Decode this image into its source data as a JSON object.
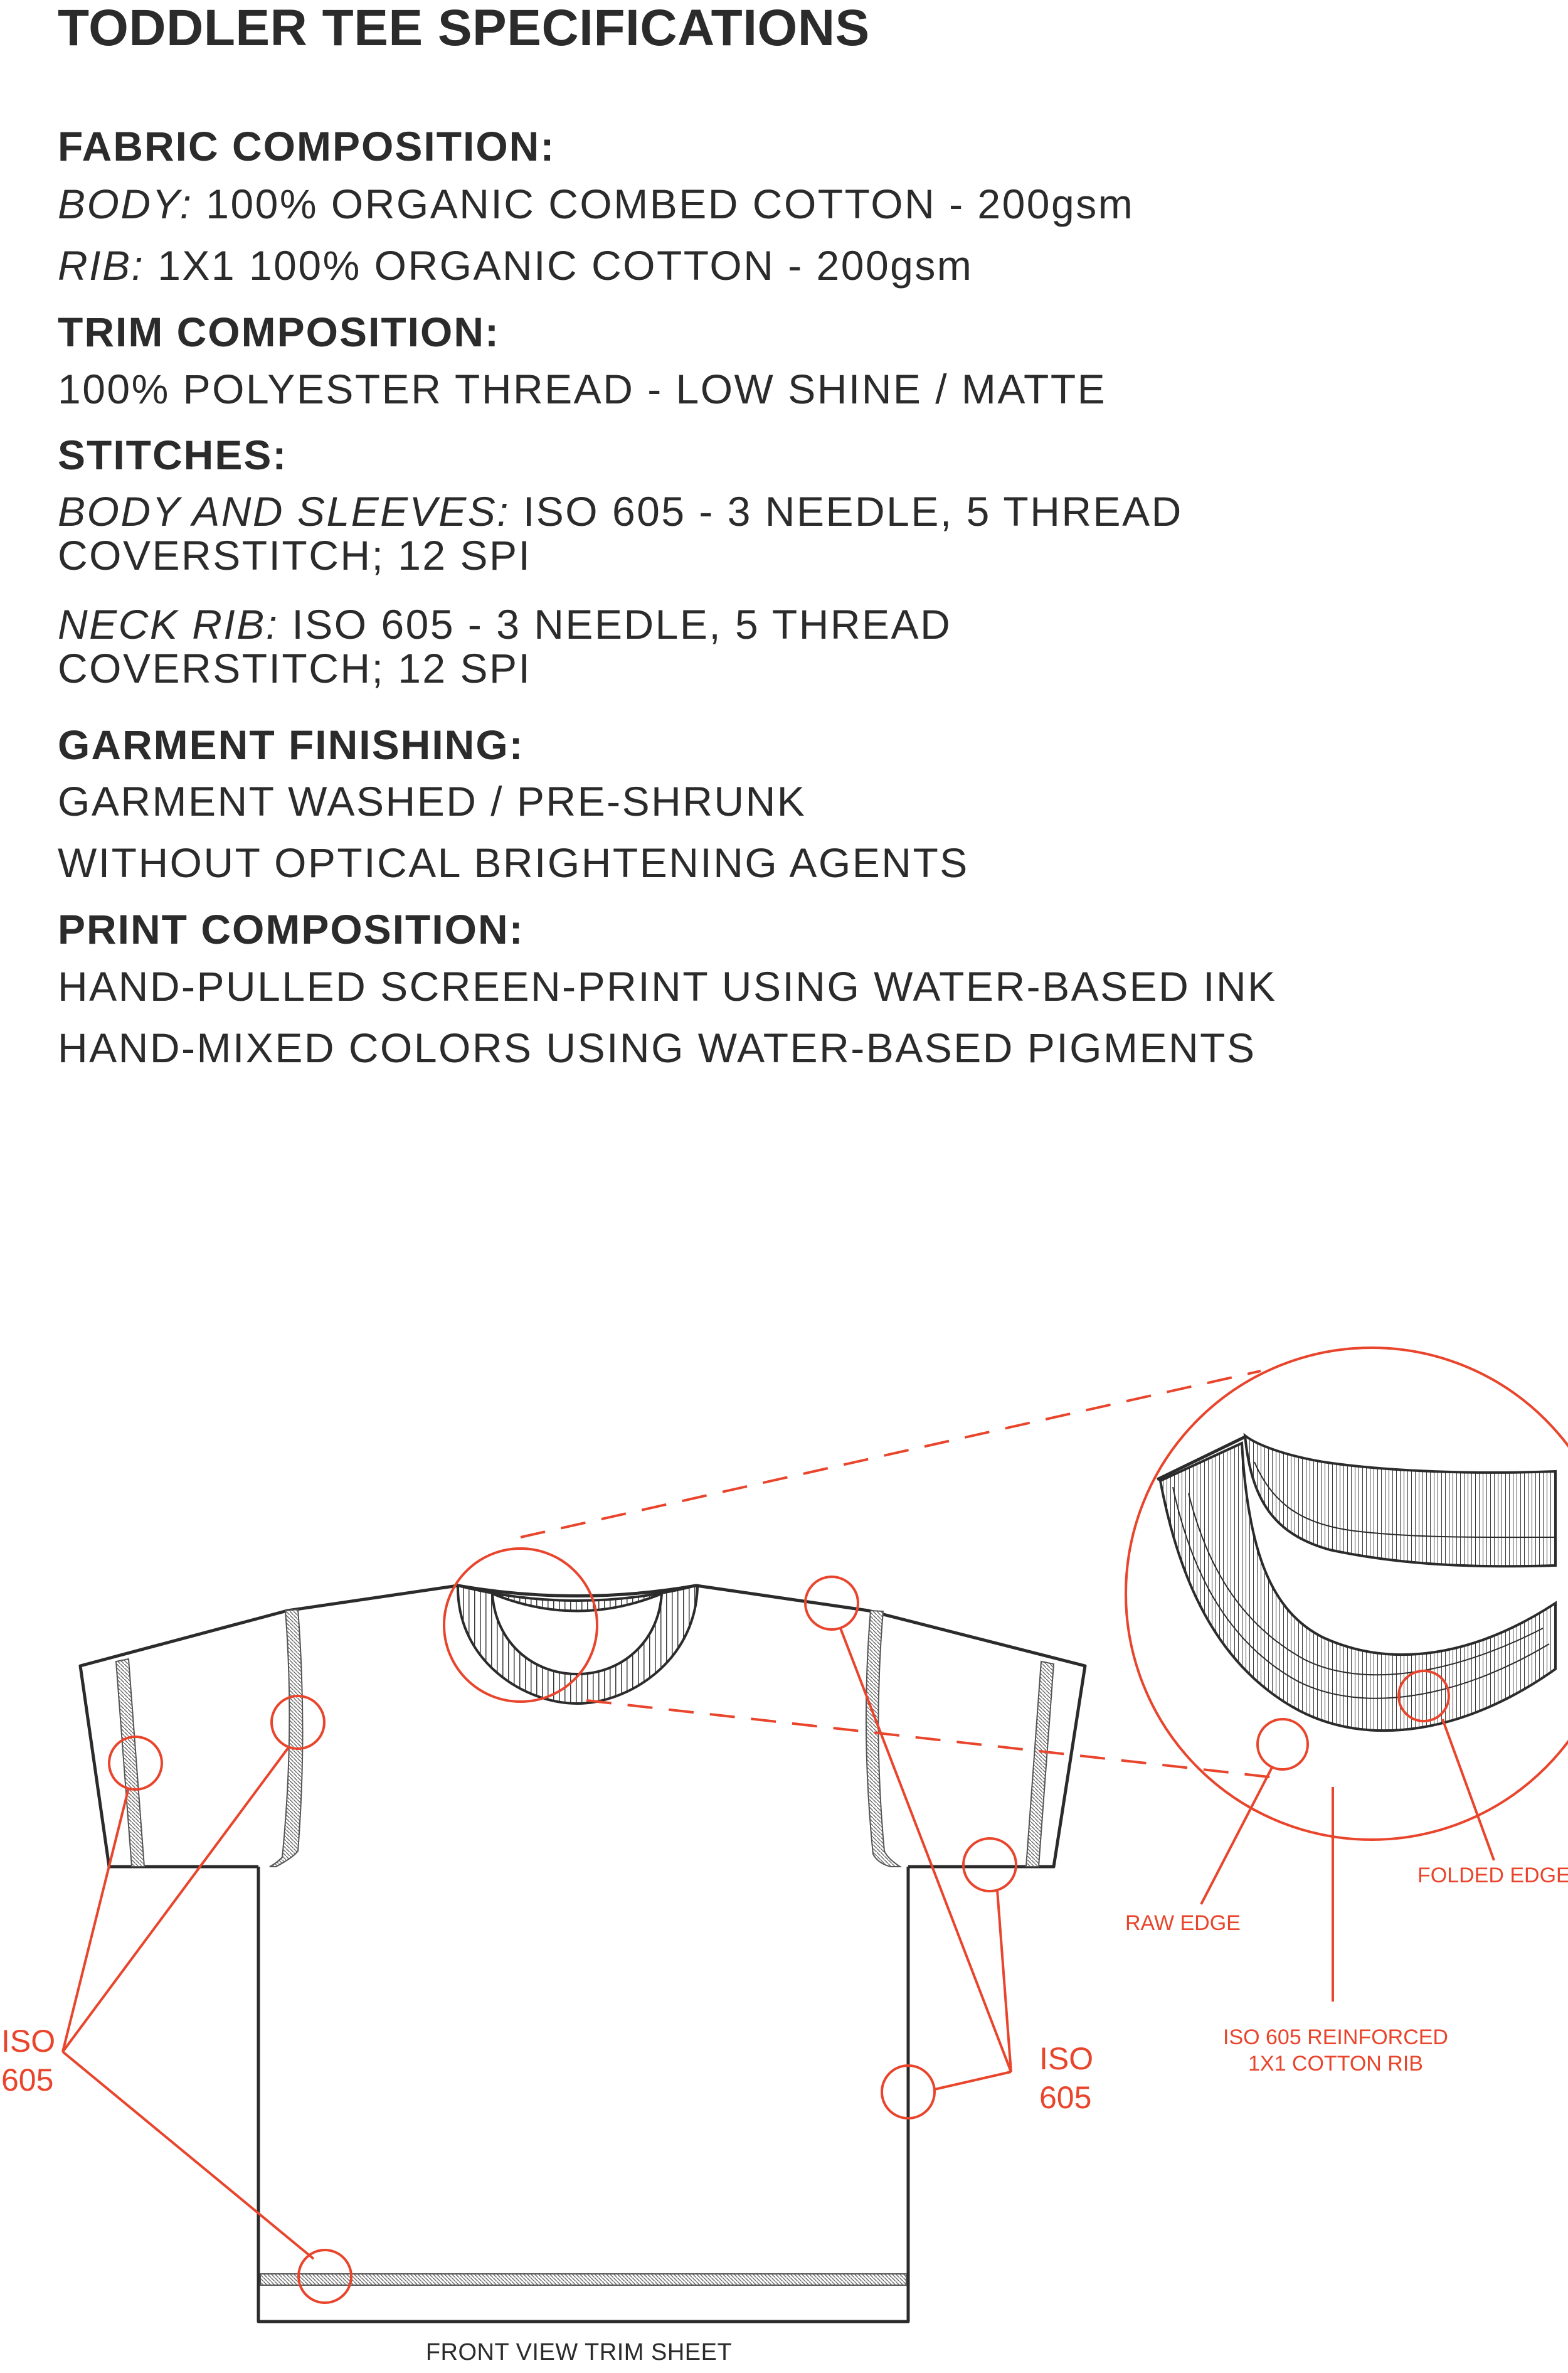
{
  "title": "TODDLER TEE SPECIFICATIONS",
  "sections": {
    "fabric": {
      "heading": "FABRIC COMPOSITION:",
      "body_label": "BODY:",
      "body_text": " 100% ORGANIC COMBED COTTON - 200gsm",
      "rib_label": "RIB:",
      "rib_text": " 1X1 100% ORGANIC COTTON - 200gsm"
    },
    "trim": {
      "heading": "TRIM COMPOSITION:",
      "line1": "100% POLYESTER THREAD - LOW SHINE / MATTE"
    },
    "stitches": {
      "heading": "STITCHES:",
      "body_label": "BODY AND SLEEVES:",
      "body_text": " ISO 605 - 3 NEEDLE,  5 THREAD",
      "body_text2": "COVERSTITCH; 12 SPI",
      "neck_label": "NECK RIB:",
      "neck_text": " ISO 605 - 3 NEEDLE, 5 THREAD",
      "neck_text2": "COVERSTITCH; 12 SPI"
    },
    "finishing": {
      "heading": "GARMENT FINISHING:",
      "line1": "GARMENT WASHED / PRE-SHRUNK",
      "line2": "WITHOUT OPTICAL BRIGHTENING AGENTS"
    },
    "print": {
      "heading": "PRINT COMPOSITION:",
      "line1": "HAND-PULLED SCREEN-PRINT USING WATER-BASED INK",
      "line2": "HAND-MIXED COLORS USING WATER-BASED PIGMENTS"
    }
  },
  "annotations": {
    "iso_left_1": "ISO",
    "iso_left_2": "605",
    "iso_right_1": "ISO",
    "iso_right_2": "605",
    "raw_edge": "RAW EDGE",
    "folded_edge": "FOLDED EDGE",
    "rib_1": "ISO 605 REINFORCED",
    "rib_2": "1X1 COTTON RIB"
  },
  "caption": "FRONT VIEW TRIM SHEET",
  "colors": {
    "text": "#2b2b2b",
    "accent": "#e8452c",
    "line": "#2b2b2b"
  }
}
